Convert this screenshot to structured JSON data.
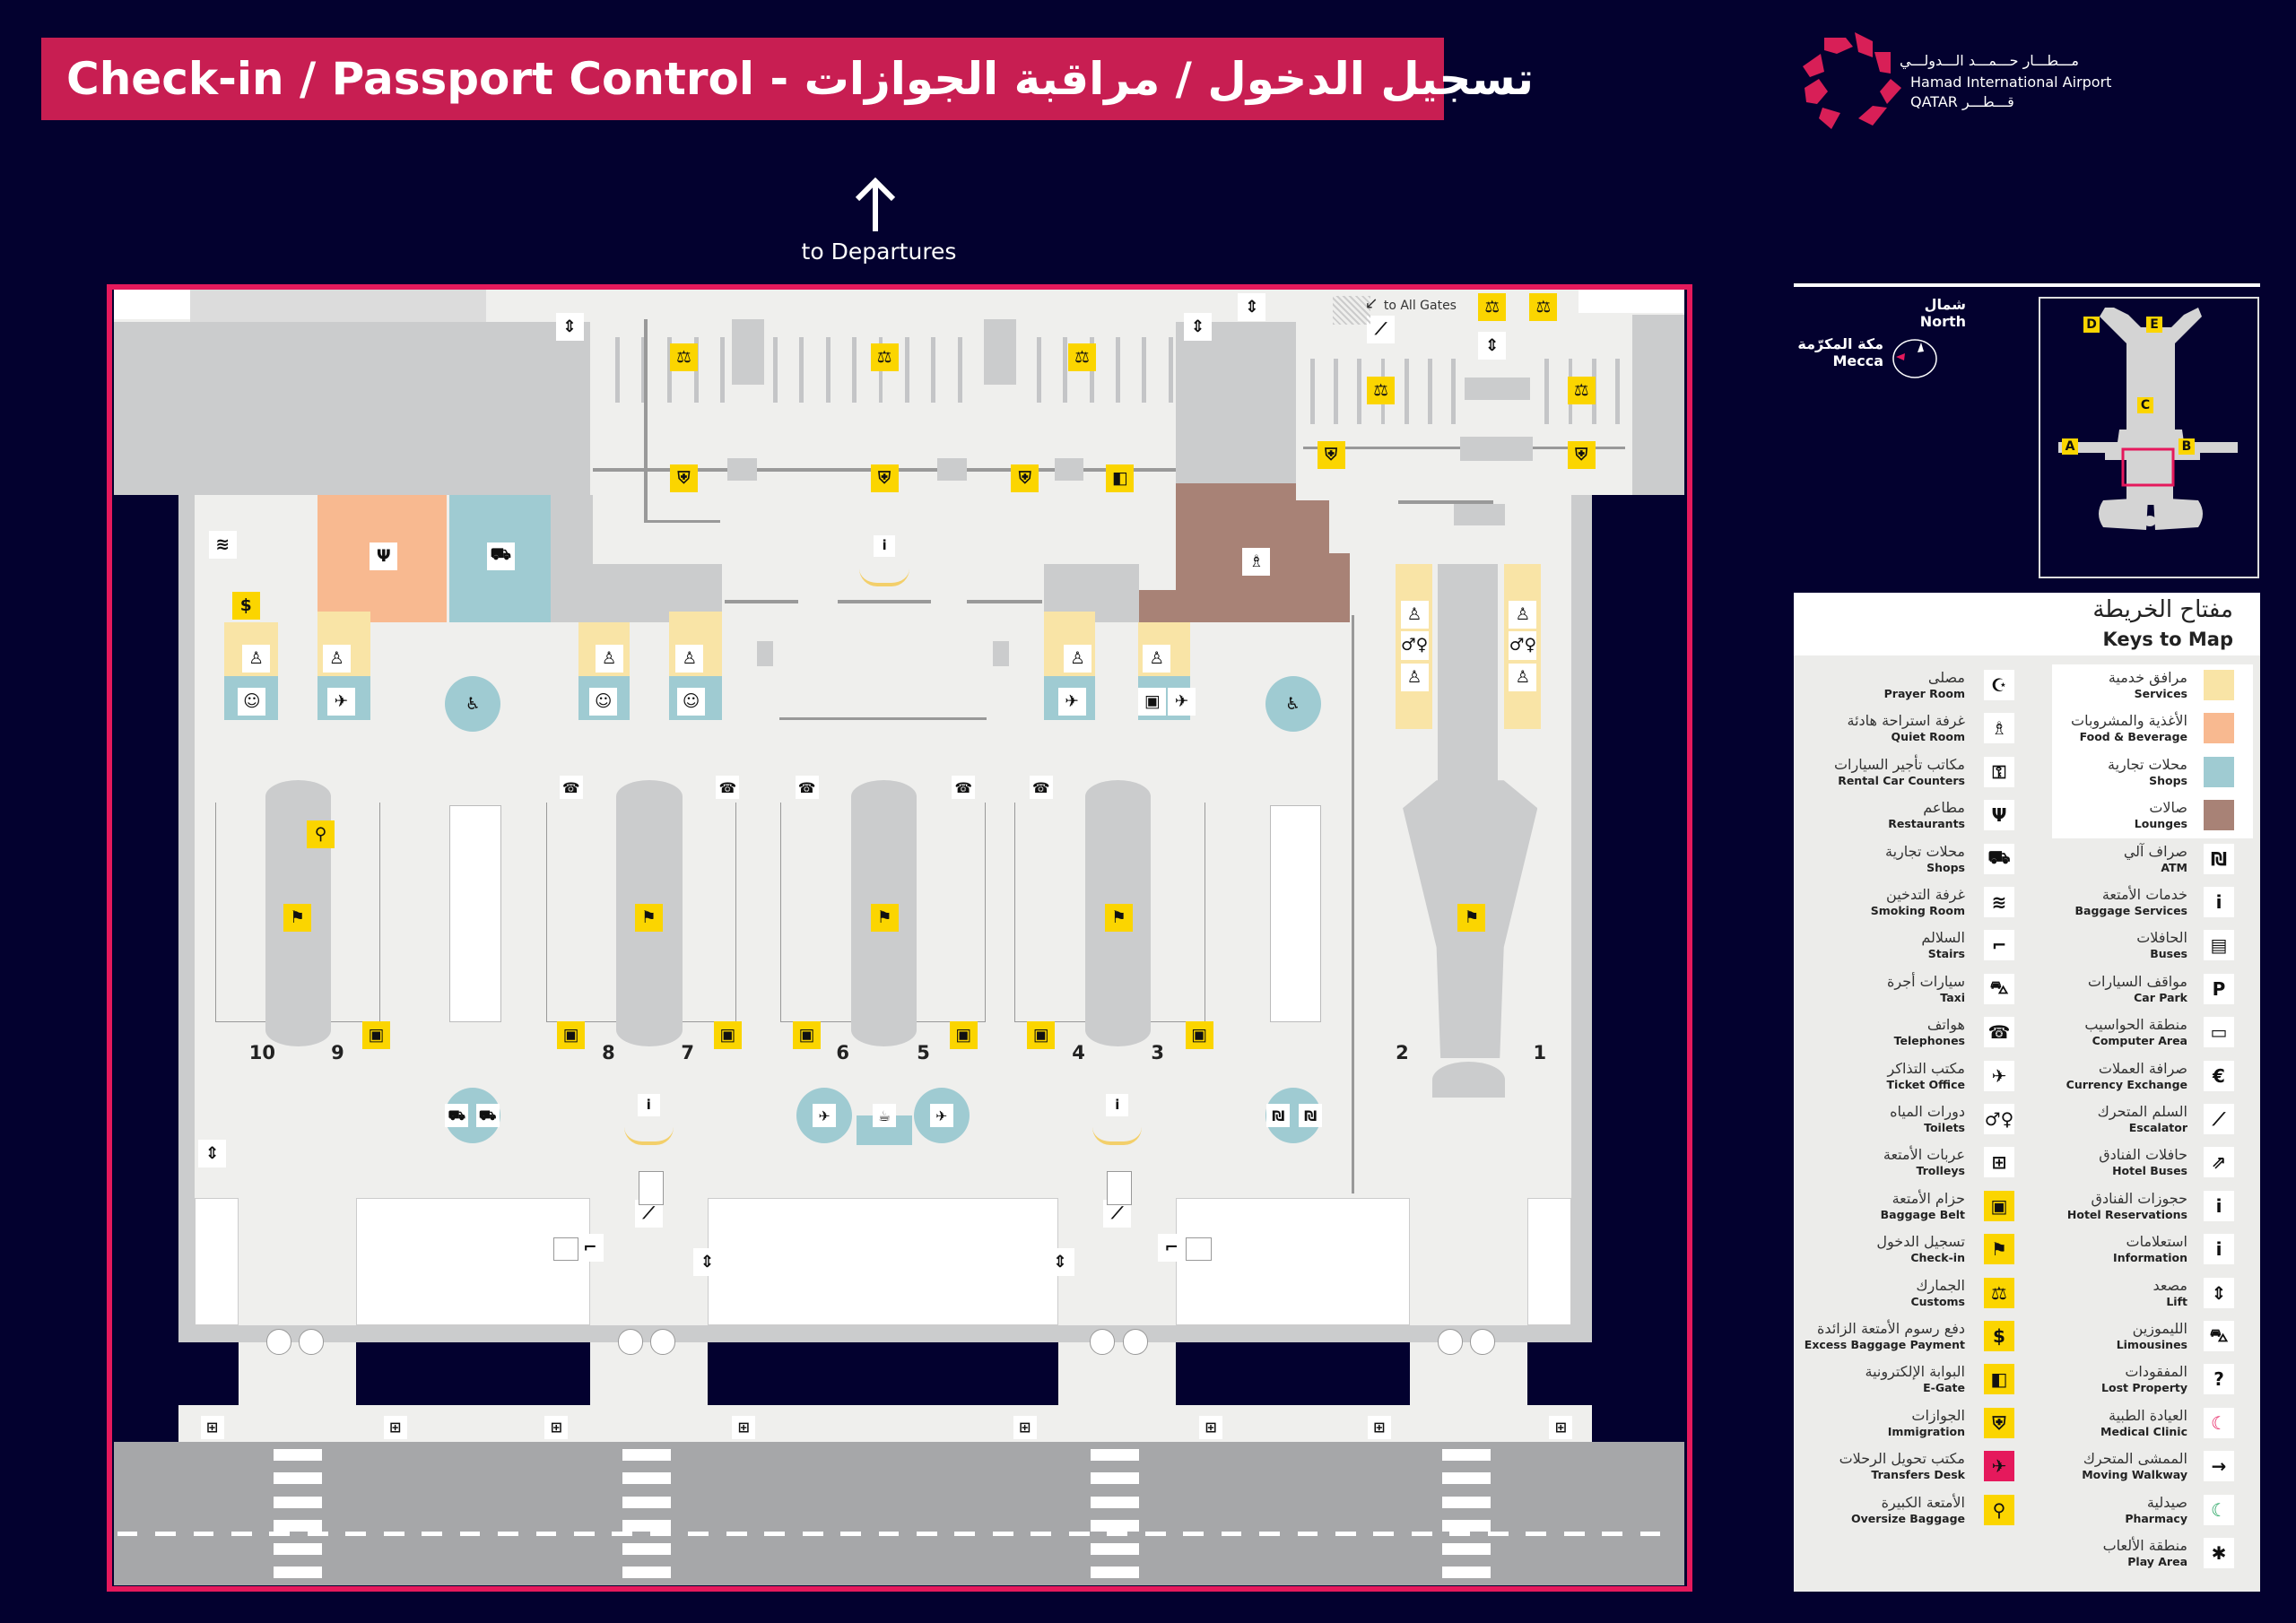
{
  "title": "Check-in / Passport Control - تسجيل الدخول / مراقبة الجوازات",
  "to_departures": "to Departures",
  "logo": {
    "ar": "مـــطـــار حـــمـــد الـــدولـــي",
    "en": "Hamad International Airport",
    "country": "QATAR قـــطـــر"
  },
  "compass": {
    "north_ar": "شمال",
    "north_en": "North",
    "mecca_ar": "مكة المكرّمة",
    "mecca_en": "Mecca"
  },
  "minimap": {
    "concourses": [
      "A",
      "B",
      "C",
      "D",
      "E"
    ]
  },
  "map": {
    "to_all_gates": "to All Gates",
    "belt_numbers": [
      "10",
      "9",
      "8",
      "7",
      "6",
      "5",
      "4",
      "3",
      "2",
      "1"
    ]
  },
  "legend": {
    "title_ar": "مفتاح الخريطة",
    "title_en": "Keys to Map",
    "left": [
      {
        "ar": "مصلى",
        "en": "Prayer Room",
        "icon": "prayer-room-icon",
        "style": "white"
      },
      {
        "ar": "غرفة استراحة هادئة",
        "en": "Quiet Room",
        "icon": "quiet-room-icon",
        "style": "white"
      },
      {
        "ar": "مكاتب تأجير السيارات",
        "en": "Rental Car Counters",
        "icon": "rental-car-icon",
        "style": "white"
      },
      {
        "ar": "مطاعم",
        "en": "Restaurants",
        "icon": "restaurant-icon",
        "style": "white"
      },
      {
        "ar": "محلات تجارية",
        "en": "Shops",
        "icon": "cart-icon",
        "style": "white"
      },
      {
        "ar": "غرفة التدخين",
        "en": "Smoking Room",
        "icon": "smoking-icon",
        "style": "white"
      },
      {
        "ar": "السلالم",
        "en": "Stairs",
        "icon": "stairs-icon",
        "style": "white"
      },
      {
        "ar": "سيارات أجرة",
        "en": "Taxi",
        "icon": "taxi-icon",
        "style": "white"
      },
      {
        "ar": "هواتف",
        "en": "Telephones",
        "icon": "telephone-icon",
        "style": "white"
      },
      {
        "ar": "مكتب التذاكر",
        "en": "Ticket Office",
        "icon": "ticket-icon",
        "style": "white"
      },
      {
        "ar": "دورات المياه",
        "en": "Toilets",
        "icon": "toilets-icon",
        "style": "white"
      },
      {
        "ar": "عربات الأمتعة",
        "en": "Trolleys",
        "icon": "trolley-icon",
        "style": "white"
      },
      {
        "ar": "حزام الأمتعة",
        "en": "Baggage Belt",
        "icon": "baggage-belt-icon",
        "style": "yellow"
      },
      {
        "ar": "تسجيل الدخول",
        "en": "Check-in",
        "icon": "check-in-icon",
        "style": "yellow"
      },
      {
        "ar": "الجمارك",
        "en": "Customs",
        "icon": "customs-icon",
        "style": "yellow"
      },
      {
        "ar": "دفع رسوم الأمتعة الزائدة",
        "en": "Excess Baggage Payment",
        "icon": "excess-baggage-icon",
        "style": "yellow"
      },
      {
        "ar": "البوابة الإلكترونية",
        "en": "E-Gate",
        "icon": "e-gate-icon",
        "style": "yellow"
      },
      {
        "ar": "الجوازات",
        "en": "Immigration",
        "icon": "immigration-icon",
        "style": "yellow"
      },
      {
        "ar": "مكتب تحويل الرحلات",
        "en": "Transfers Desk",
        "icon": "transfers-desk-icon",
        "style": "pink"
      },
      {
        "ar": "الأمتعة الكبيرة",
        "en": "Oversize Baggage",
        "icon": "oversize-baggage-icon",
        "style": "yellow"
      }
    ],
    "colors": [
      {
        "ar": "مرافق خدمية",
        "en": "Services",
        "color": "#f9e4a6"
      },
      {
        "ar": "الأغذية والمشروبات",
        "en": "Food & Beverage",
        "color": "#f8b990"
      },
      {
        "ar": "محلات تجارية",
        "en": "Shops",
        "color": "#9fcbd2"
      },
      {
        "ar": "صالات",
        "en": "Lounges",
        "color": "#a88276"
      }
    ],
    "right": [
      {
        "ar": "صراف آلي",
        "en": "ATM",
        "icon": "atm-icon"
      },
      {
        "ar": "خدمات الأمتعة",
        "en": "Baggage Services",
        "icon": "baggage-services-icon"
      },
      {
        "ar": "الحافلات",
        "en": "Buses",
        "icon": "bus-icon"
      },
      {
        "ar": "مواقف السيارات",
        "en": "Car Park",
        "icon": "car-park-icon"
      },
      {
        "ar": "منطقة الحواسيب",
        "en": "Computer Area",
        "icon": "computer-icon"
      },
      {
        "ar": "صرافة العملات",
        "en": "Currency Exchange",
        "icon": "currency-exchange-icon"
      },
      {
        "ar": "السلم المتحرك",
        "en": "Escalator",
        "icon": "escalator-icon"
      },
      {
        "ar": "حافلات الفنادق",
        "en": "Hotel Buses",
        "icon": "hotel-bus-icon"
      },
      {
        "ar": "حجوزات الفنادق",
        "en": "Hotel Reservations",
        "icon": "hotel-reservation-icon"
      },
      {
        "ar": "استعلامات",
        "en": "Information",
        "icon": "information-icon"
      },
      {
        "ar": "مصعد",
        "en": "Lift",
        "icon": "lift-icon"
      },
      {
        "ar": "الليموزين",
        "en": "Limousines",
        "icon": "limousine-icon"
      },
      {
        "ar": "المفقودات",
        "en": "Lost Property",
        "icon": "lost-property-icon"
      },
      {
        "ar": "العيادة الطبية",
        "en": "Medical Clinic",
        "icon": "medical-clinic-icon"
      },
      {
        "ar": "الممشى المتحرك",
        "en": "Moving Walkway",
        "icon": "moving-walkway-icon"
      },
      {
        "ar": "صيدلية",
        "en": "Pharmacy",
        "icon": "pharmacy-icon"
      },
      {
        "ar": "منطقة الألعاب",
        "en": "Play Area",
        "icon": "play-area-icon"
      }
    ]
  },
  "colors": {
    "navy": "#03012f",
    "brand_pink": "#c81e52",
    "frame_pink": "#e5195c",
    "facility_yellow": "#fbd500",
    "floor": "#efefed",
    "wall_gray": "#cbcccd"
  }
}
